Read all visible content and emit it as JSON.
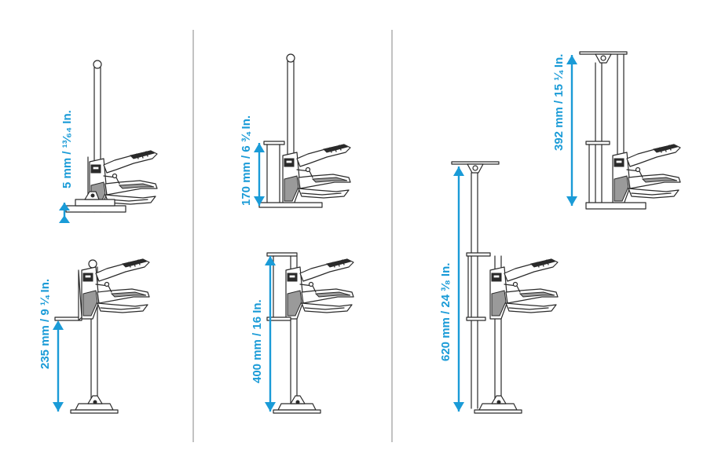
{
  "accent_color": "#1a9bd7",
  "line_color": "#2a2a2a",
  "groups": [
    {
      "panels": [
        {
          "label": "5 mm / ¹³⁄₆₄ In.",
          "state": "retracted"
        },
        {
          "label": "235 mm / 9 ¼ In.",
          "state": "extended"
        }
      ]
    },
    {
      "panels": [
        {
          "label": "170 mm / 6 ¾ In.",
          "state": "retracted"
        },
        {
          "label": "400 mm / 16 In.",
          "state": "extended"
        }
      ]
    },
    {
      "panels": [
        {
          "label": "620 mm / 24 ³⁄₈ In.",
          "state": "extended"
        },
        {
          "label": "392 mm / 15 ¼ In.",
          "state": "retracted"
        }
      ]
    }
  ]
}
